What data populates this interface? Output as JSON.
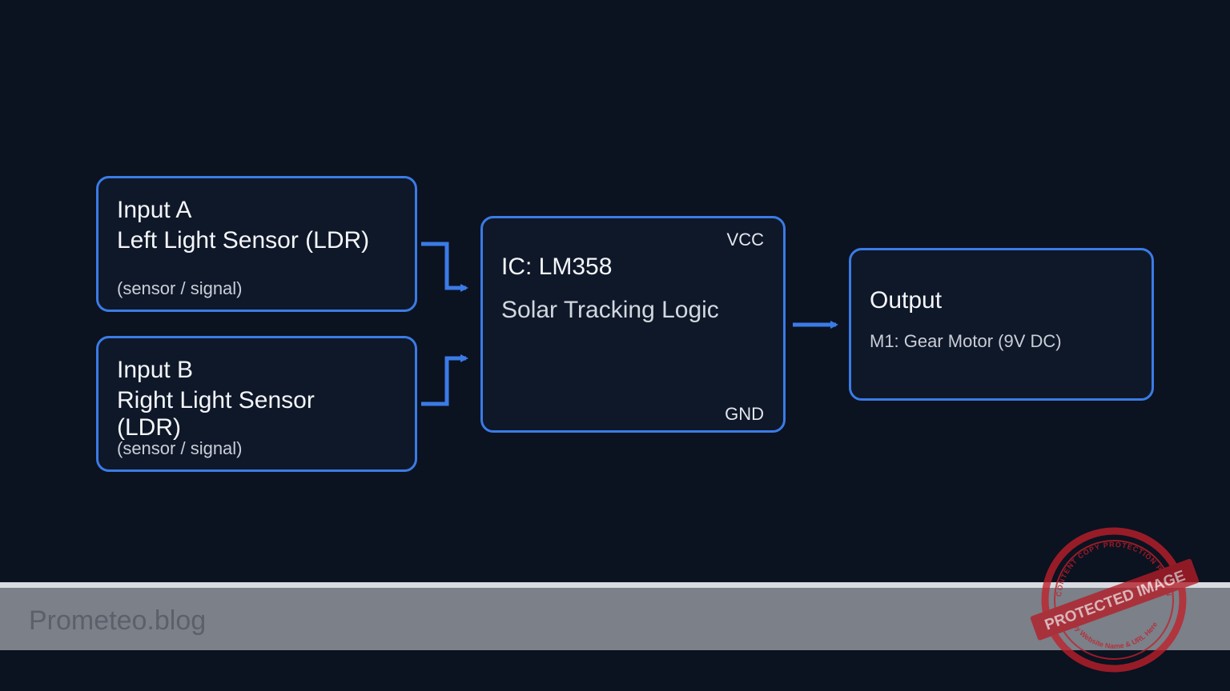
{
  "inputs": [
    {
      "title": "Input A",
      "name": "Left Light Sensor (LDR)",
      "note": "(sensor / signal)"
    },
    {
      "title": "Input B",
      "name_line1": "Right Light Sensor",
      "name_line2": "(LDR)",
      "note": "(sensor / signal)"
    }
  ],
  "ic": {
    "title": "IC: LM358",
    "subtitle": "Solar Tracking Logic",
    "vcc": "VCC",
    "gnd": "GND"
  },
  "output": {
    "title": "Output",
    "detail": "M1: Gear Motor (9V DC)"
  },
  "footer": {
    "brand": "Prometeo.blog"
  },
  "watermark": {
    "text": "PROTECTED IMAGE",
    "ring_top": "CONTENT COPY PROTECTION PLUGIN",
    "ring_bottom": "My Website Name & URL Here"
  },
  "colors": {
    "background": "#0b1220",
    "accent": "#3b7be6",
    "stamp": "#c0202a"
  }
}
